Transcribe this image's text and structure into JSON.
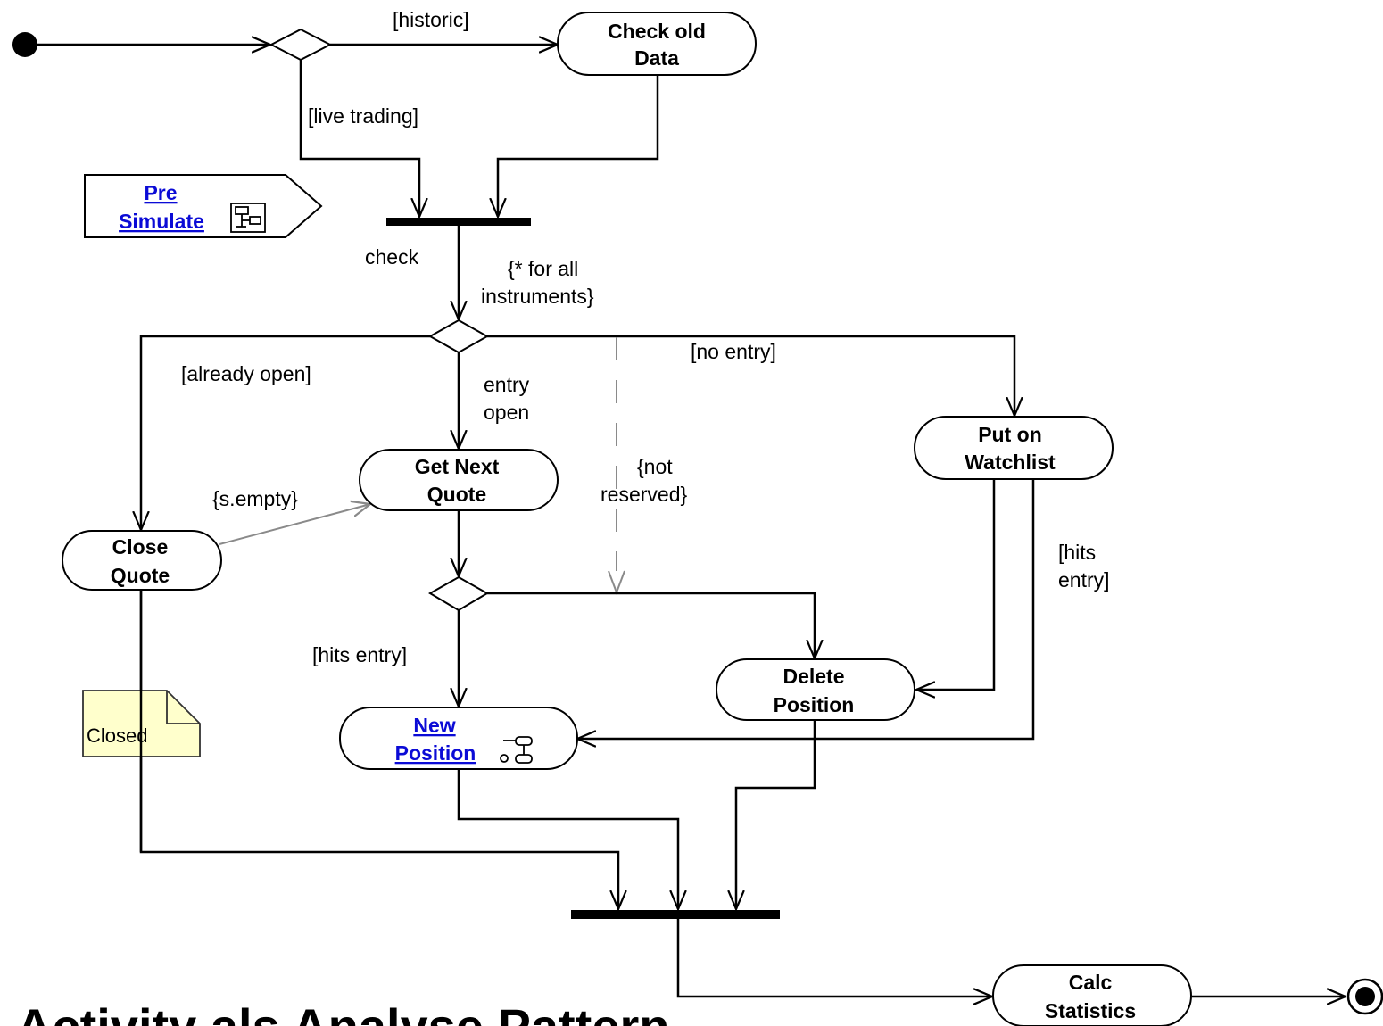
{
  "diagram": {
    "caption": "Activity als Analyse Pattern",
    "guards": {
      "historic": "[historic]",
      "live_trading": "[live trading]",
      "check": "check",
      "for_all_1": "{* for all",
      "for_all_2": "instruments}",
      "already_open": "[already open]",
      "entry_open_1": "entry",
      "entry_open_2": "open",
      "no_entry": "[no entry]",
      "not_reserved_1": "{not",
      "not_reserved_2": "reserved}",
      "s_empty": "{s.empty}",
      "hits_entry_left": "[hits entry]",
      "hits_entry_right_1": "[hits",
      "hits_entry_right_2": "entry]"
    },
    "actions": {
      "check_old_data_1": "Check old",
      "check_old_data_2": "Data",
      "get_next_quote_1": "Get Next",
      "get_next_quote_2": "Quote",
      "put_on_watchlist_1": "Put on",
      "put_on_watchlist_2": "Watchlist",
      "close_quote_1": "Close",
      "close_quote_2": "Quote",
      "delete_position_1": "Delete",
      "delete_position_2": "Position",
      "new_position_1": "New",
      "new_position_2": "Position",
      "calc_statistics_1": "Calc",
      "calc_statistics_2": "Statistics"
    },
    "pre_simulate": {
      "line1": "Pre",
      "line2": "Simulate"
    },
    "note": {
      "text": "Closed"
    },
    "colors": {
      "link": "#0b0bd6",
      "note_fill": "#ffffcc",
      "dashed_flow": "#8a8a8a"
    }
  }
}
